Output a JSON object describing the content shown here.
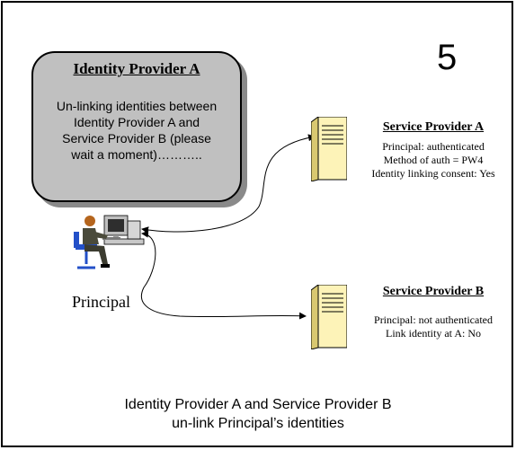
{
  "slide_number": "5",
  "identity_provider": {
    "title": "Identity Provider A",
    "message_lines": [
      "Un-linking identities between",
      "Identity Provider A and",
      "Service Provider B (please",
      "wait a moment)……….."
    ]
  },
  "service_provider_a": {
    "title": "Service Provider A",
    "lines": [
      "Principal: authenticated",
      "Method of auth = PW4",
      "Identity linking consent: Yes"
    ]
  },
  "service_provider_b": {
    "title": "Service Provider B",
    "lines": [
      "Principal: not authenticated",
      "Link identity at A: No"
    ]
  },
  "principal_label": "Principal",
  "caption_lines": [
    "Identity Provider A and Service Provider B",
    "un-link Principal’s identities"
  ],
  "icons": [
    "server-icon",
    "person-at-computer-icon"
  ]
}
